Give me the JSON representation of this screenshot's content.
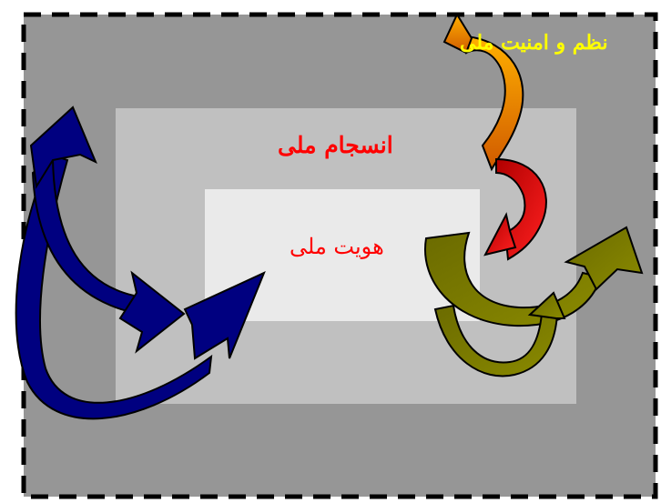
{
  "diagram": {
    "outer_label": "نظم و امنیت ملی",
    "middle_label": "انسجام ملی",
    "inner_label": "هویت ملی"
  },
  "colors": {
    "outer_bg": "#969696",
    "middle_bg": "#c0c0c0",
    "inner_bg": "#eaeaea",
    "border_dash": "#000000",
    "outer_label": "#ffff00",
    "middle_label": "#ff0000",
    "inner_label": "#ff0000",
    "arrow_orange": "#ff8c00",
    "arrow_red": "#ff0000",
    "arrow_olive": "#808000",
    "arrow_navy": "#000080"
  }
}
